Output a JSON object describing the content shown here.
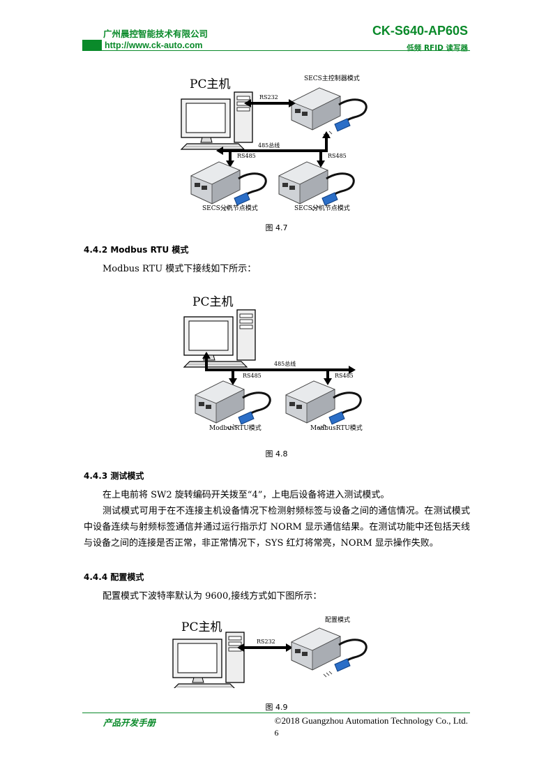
{
  "header": {
    "company": "广州晨控智能技术有限公司",
    "model": "CK-S640-AP60S",
    "url": "http://www.ck-auto.com",
    "subtitle": "低频 RFID 读写器"
  },
  "figure_47": {
    "pc_label": "PC主机",
    "master_label": "SECS主控制器模式",
    "rs232": "RS232",
    "bus_label": "485总线",
    "rs485_a": "RS485",
    "rs485_b": "RS485",
    "node_a": "SECS分机节点模式",
    "node_b": "SECS分机节点模式",
    "caption": "图 4.7"
  },
  "section_442": {
    "heading": "4.4.2  Modbus RTU 模式",
    "text": "Modbus RTU 模式下接线如下所示："
  },
  "figure_48": {
    "pc_label": "PC主机",
    "bus_label": "485总线",
    "rs485_a": "RS485",
    "rs485_b": "RS485",
    "node_a": "ModbusRTU模式",
    "node_b": "ModbusRTU模式",
    "caption": "图 4.8"
  },
  "section_443": {
    "heading": "4.4.3  测试模式",
    "p1": "在上电前将 SW2 旋转编码开关拨至“4”，上电后设备将进入测试模式。",
    "p2": "测试模式可用于在不连接主机设备情况下检测射频标签与设备之间的通信情况。在测试模式中设备连续与射频标签通信并通过运行指示灯 NORM 显示通信结果。在测试功能中还包括天线与设备之间的连接是否正常，非正常情况下，SYS 红灯将常亮，NORM 显示操作失败。"
  },
  "section_444": {
    "heading": "4.4.4  配置模式",
    "text": "配置模式下波特率默认为 9600,接线方式如下图所示："
  },
  "figure_49": {
    "pc_label": "PC主机",
    "rs232": "RS232",
    "device_label": "配置模式",
    "caption": "图 4.9"
  },
  "footer": {
    "left": "产品开发手册",
    "right": "©2018 Guangzhou Automation Technology Co., Ltd.",
    "page": "6"
  }
}
